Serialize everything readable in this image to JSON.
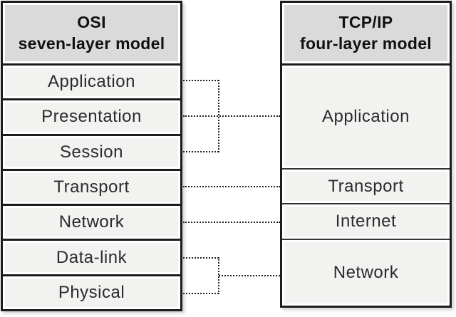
{
  "osi": {
    "title_line1": "OSI",
    "title_line2": "seven-layer model",
    "layers": [
      "Application",
      "Presentation",
      "Session",
      "Transport",
      "Network",
      "Data-link",
      "Physical"
    ]
  },
  "tcpip": {
    "title_line1": "TCP/IP",
    "title_line2": "four-layer model",
    "layers": [
      "Application",
      "Transport",
      "Internet",
      "Network"
    ]
  },
  "mappings": [
    {
      "osi": [
        "Application",
        "Presentation",
        "Session"
      ],
      "tcpip": "Application"
    },
    {
      "osi": [
        "Transport"
      ],
      "tcpip": "Transport"
    },
    {
      "osi": [
        "Network"
      ],
      "tcpip": "Internet"
    },
    {
      "osi": [
        "Data-link",
        "Physical"
      ],
      "tcpip": "Network"
    }
  ],
  "colors": {
    "header_fill": "#dadada",
    "cell_fill": "#f2f2f1",
    "border": "#1c1c1c",
    "connector": "#222222",
    "background": "#ffffff"
  }
}
